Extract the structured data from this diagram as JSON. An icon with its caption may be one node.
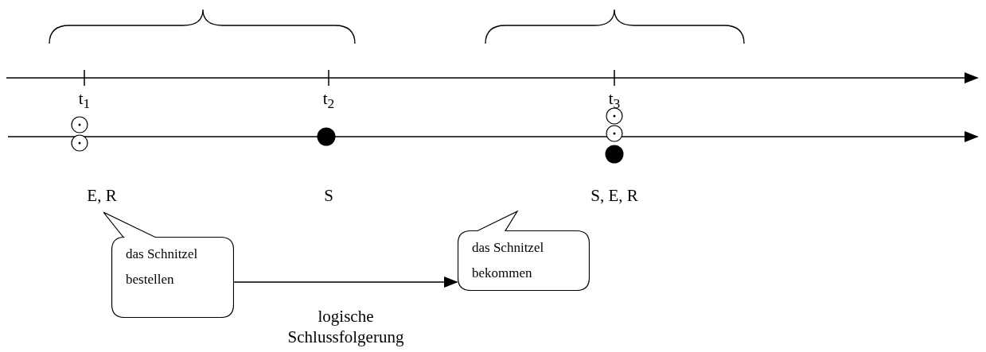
{
  "diagram": {
    "nodes": [
      {
        "text": [
          "das Schnitzel bestellen"
        ]
      },
      {
        "text": [
          "das Schnitzel bekommen"
        ]
      }
    ],
    "edges": [
      {
        "from": 0,
        "to": 1,
        "arrow": "to",
        "label": "logische Schlussfolgerung"
      }
    ],
    "labels": [
      "t$_{1}$",
      "t$_{2}$",
      "t$_{3}$",
      "E, R",
      "S",
      "S, E, R"
    ]
  }
}
